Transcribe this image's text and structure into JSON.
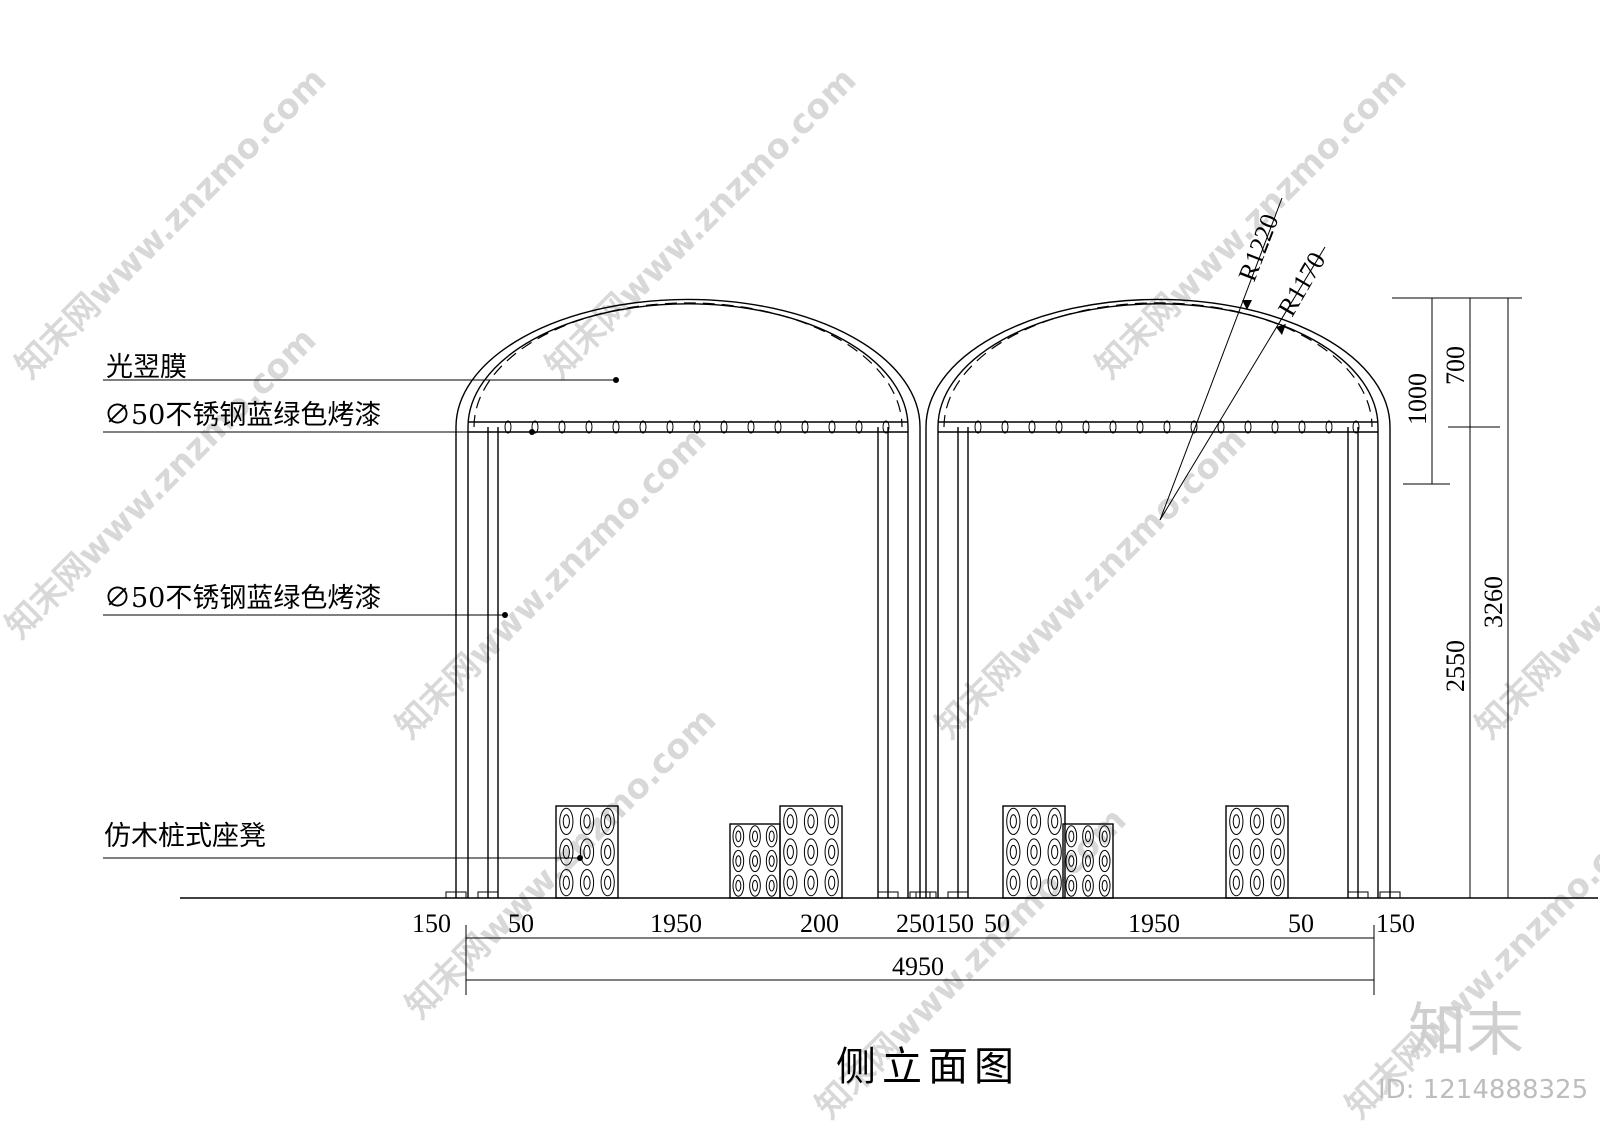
{
  "drawing_title": "侧立面图",
  "labels": {
    "membrane": "光翌膜",
    "beam": "∅50不锈钢蓝绿色烤漆",
    "post": "∅50不锈钢蓝绿色烤漆",
    "bench": "仿木桩式座凳"
  },
  "radius_labels": {
    "outer": "R1220",
    "inner": "R1170"
  },
  "horizontal_dims": [
    "150",
    "50",
    "1950",
    "200",
    "250",
    "150",
    "50",
    "1950",
    "50",
    "150"
  ],
  "total_width": "4950",
  "vertical_dims": {
    "arch_total": "1000",
    "arch_upper": "700",
    "post_height": "2550",
    "overall": "3260"
  },
  "watermark": {
    "text": "知末网www.znzmo.com",
    "logo": "知末",
    "id": "ID: 1214888325"
  }
}
